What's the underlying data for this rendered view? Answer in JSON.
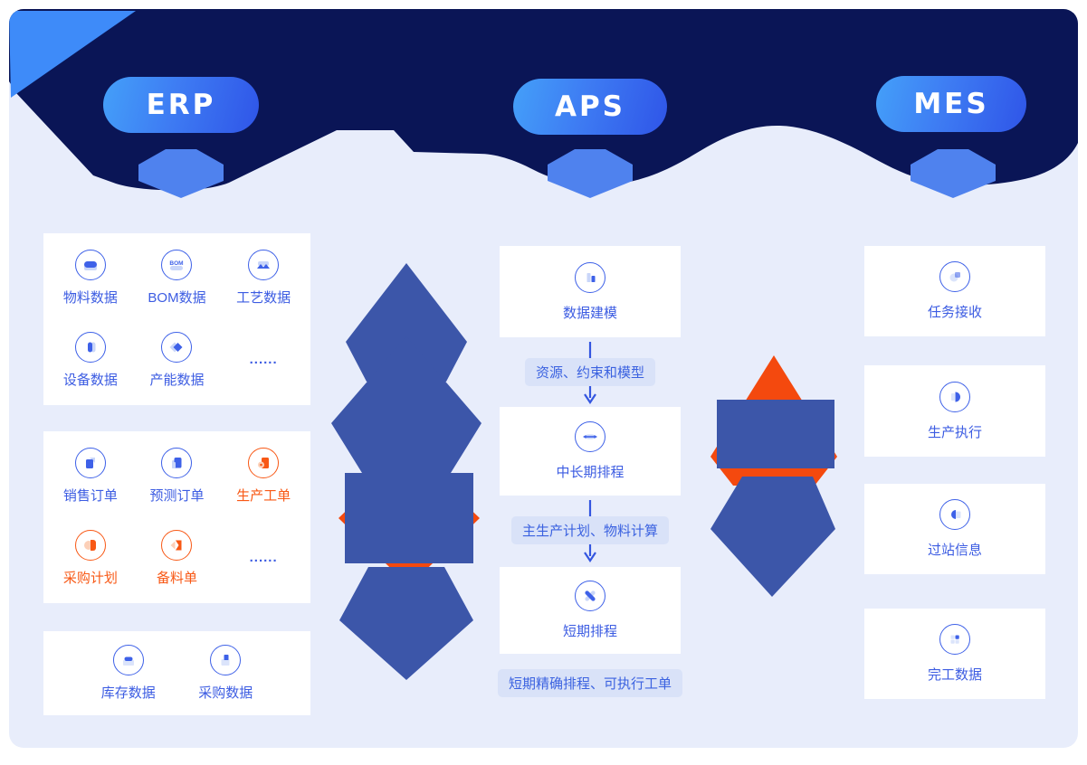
{
  "colors": {
    "canvas_bg": "#e8edfb",
    "banner_navy": "#0a1556",
    "corner_triangle_blue": "#3e8bf9",
    "pill_gradient_start": "#44a0f9",
    "pill_gradient_end": "#2f55e8",
    "down_blob_blue": "#4f82ee",
    "connector_blue": "#3c56a9",
    "connector_orange": "#f4490e",
    "label_blue": "#3c5ce2",
    "label_orange": "#f85815",
    "chip_bg": "#d9e2f8",
    "chip_text": "#3b62e0",
    "arrow_blue": "#3456e0"
  },
  "headers": {
    "erp": "ERP",
    "aps": "APS",
    "mes": "MES"
  },
  "erp": {
    "card1": {
      "items": [
        {
          "label": "物料数据",
          "icon": "material-icon"
        },
        {
          "label": "BOM数据",
          "icon": "bom-icon"
        },
        {
          "label": "工艺数据",
          "icon": "process-icon"
        },
        {
          "label": "设备数据",
          "icon": "equipment-icon"
        },
        {
          "label": "产能数据",
          "icon": "capacity-icon"
        }
      ],
      "ellipsis": "......"
    },
    "card2": {
      "items": [
        {
          "label": "销售订单",
          "icon": "sales-order-icon",
          "color": "blue"
        },
        {
          "label": "预测订单",
          "icon": "forecast-order-icon",
          "color": "blue"
        },
        {
          "label": "生产工单",
          "icon": "production-order-icon",
          "color": "orange"
        },
        {
          "label": "采购计划",
          "icon": "purchase-plan-icon",
          "color": "orange"
        },
        {
          "label": "备料单",
          "icon": "material-prep-icon",
          "color": "orange"
        }
      ],
      "ellipsis": "......"
    },
    "card3": {
      "items": [
        {
          "label": "库存数据",
          "icon": "inventory-icon"
        },
        {
          "label": "采购数据",
          "icon": "procurement-icon"
        }
      ]
    }
  },
  "aps": {
    "steps": [
      {
        "label": "数据建模",
        "icon": "data-modeling-icon"
      },
      {
        "label": "中长期排程",
        "icon": "midterm-scheduling-icon"
      },
      {
        "label": "短期排程",
        "icon": "shortterm-scheduling-icon"
      }
    ],
    "chips": [
      "资源、约束和模型",
      "主生产计划、物料计算",
      "短期精确排程、可执行工单"
    ]
  },
  "mes": {
    "steps": [
      {
        "label": "任务接收",
        "icon": "task-receive-icon"
      },
      {
        "label": "生产执行",
        "icon": "production-exec-icon"
      },
      {
        "label": "过站信息",
        "icon": "station-info-icon"
      },
      {
        "label": "完工数据",
        "icon": "completion-data-icon"
      }
    ]
  }
}
